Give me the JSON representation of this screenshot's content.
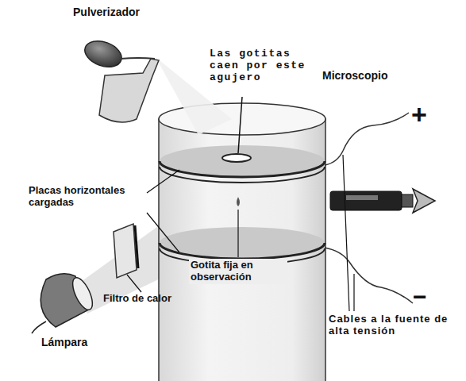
{
  "diagram": {
    "labels": [
      "Pulverizador",
      "Las gotitas caen por este agujero",
      "Microscopio",
      "+",
      "Placas horizontales cargadas",
      "Gotita fija en observación",
      "Filtro de calor",
      "Lámpara",
      "Cables a la fuente de alta tensión",
      "−"
    ]
  }
}
